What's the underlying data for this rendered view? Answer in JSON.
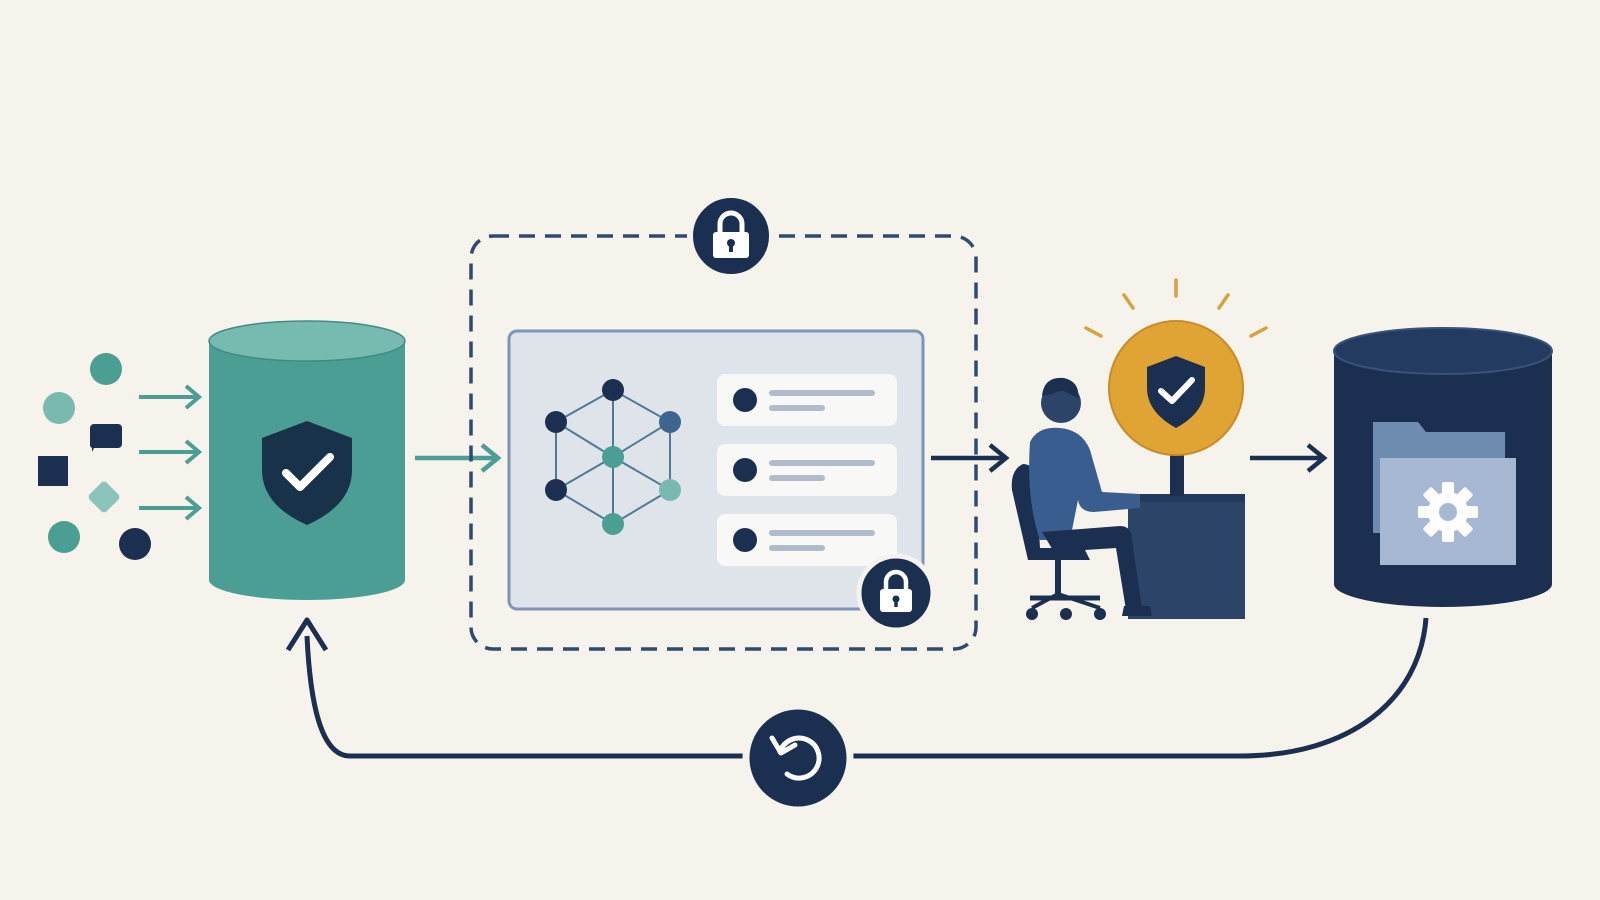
{
  "colors": {
    "background": "#f6f3ec",
    "navy": "#1b2f50",
    "teal": "#4a9e93",
    "teal_light": "#6fb5aa",
    "teal_top": "#76bab0",
    "panel_fill": "#dfe4ea",
    "panel_border": "#7f95b5",
    "row_fill": "#f8f8f6",
    "row_line": "#b0bccb",
    "dashed": "#2e4a6e",
    "gold": "#e0a435",
    "gold_ray": "#d7a23c",
    "person_shirt": "#3a5d8f",
    "desk": "#2c4468",
    "folder_back": "#6e8bb0",
    "folder_front": "#a7b9d2",
    "white": "#ffffff"
  },
  "diagram": {
    "nodes": [
      {
        "id": "input-data-points",
        "icon": "scattered-data-dots"
      },
      {
        "id": "source-database",
        "icon": "shield-check-icon"
      },
      {
        "id": "secure-processing-boundary",
        "icon": "lock-icon"
      },
      {
        "id": "processing-panel",
        "icon": "network-graph-icon",
        "rows": 3
      },
      {
        "id": "panel-lock",
        "icon": "lock-icon"
      },
      {
        "id": "human-reviewer",
        "icon": "person-at-desk"
      },
      {
        "id": "approval-badge",
        "icon": "shield-check-icon"
      },
      {
        "id": "target-database",
        "icon": "folder-gear-icon"
      },
      {
        "id": "feedback-loop",
        "icon": "refresh-icon"
      }
    ],
    "edges": [
      {
        "from": "input-data-points",
        "to": "source-database"
      },
      {
        "from": "source-database",
        "to": "processing-panel"
      },
      {
        "from": "processing-panel",
        "to": "human-reviewer"
      },
      {
        "from": "human-reviewer",
        "to": "target-database"
      },
      {
        "from": "target-database",
        "to": "source-database",
        "via": "feedback-loop"
      }
    ]
  }
}
